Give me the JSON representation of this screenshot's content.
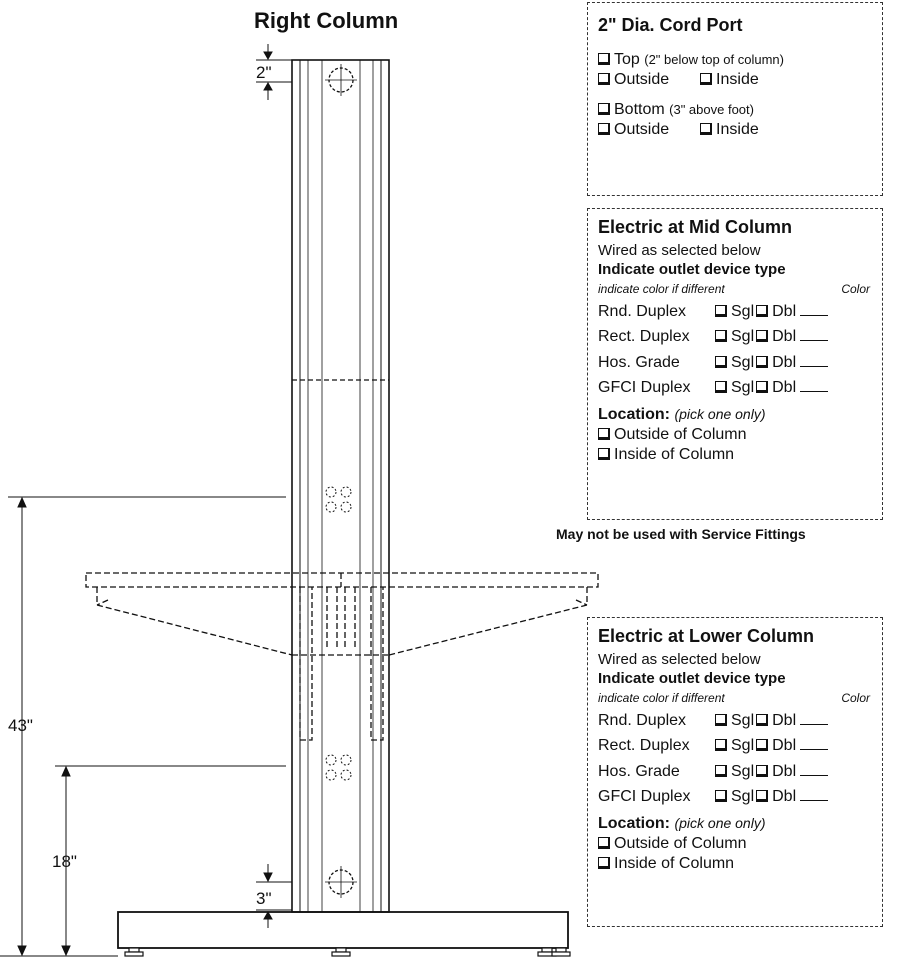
{
  "drawing": {
    "title": "Right Column",
    "dim_top_port": "2\"",
    "dim_bottom_port": "3\"",
    "dim_43": "43\"",
    "dim_18": "18\""
  },
  "cord_port": {
    "header": "2\" Dia. Cord Port",
    "top_label": "Top",
    "top_note": "(2\" below top of column)",
    "top_outside": "Outside",
    "top_inside": "Inside",
    "bottom_label": "Bottom",
    "bottom_note": "(3\" above foot)",
    "bottom_outside": "Outside",
    "bottom_inside": "Inside"
  },
  "mid_column": {
    "header": "Electric at Mid Column",
    "wired": "Wired as selected below",
    "indicate": "Indicate outlet device type",
    "color_note": "indicate color if different",
    "color_label": "Color",
    "rows": [
      {
        "label": "Rnd. Duplex",
        "sgl": "Sgl",
        "dbl": "Dbl"
      },
      {
        "label": "Rect. Duplex",
        "sgl": "Sgl",
        "dbl": "Dbl"
      },
      {
        "label": "Hos. Grade",
        "sgl": "Sgl",
        "dbl": "Dbl"
      },
      {
        "label": "GFCI Duplex",
        "sgl": "Sgl",
        "dbl": "Dbl"
      }
    ],
    "location_label": "Location:",
    "location_note": "(pick one only)",
    "outside": "Outside of Column",
    "inside": "Inside of Column",
    "warning": "May not be used with Service Fittings"
  },
  "lower_column": {
    "header": "Electric at Lower Column",
    "wired": "Wired as selected below",
    "indicate": "Indicate outlet device type",
    "color_note": "indicate color if different",
    "color_label": "Color",
    "rows": [
      {
        "label": "Rnd. Duplex",
        "sgl": "Sgl",
        "dbl": "Dbl"
      },
      {
        "label": "Rect. Duplex",
        "sgl": "Sgl",
        "dbl": "Dbl"
      },
      {
        "label": "Hos. Grade",
        "sgl": "Sgl",
        "dbl": "Dbl"
      },
      {
        "label": "GFCI Duplex",
        "sgl": "Sgl",
        "dbl": "Dbl"
      }
    ],
    "location_label": "Location:",
    "location_note": "(pick one only)",
    "outside": "Outside of Column",
    "inside": "Inside of Column"
  }
}
